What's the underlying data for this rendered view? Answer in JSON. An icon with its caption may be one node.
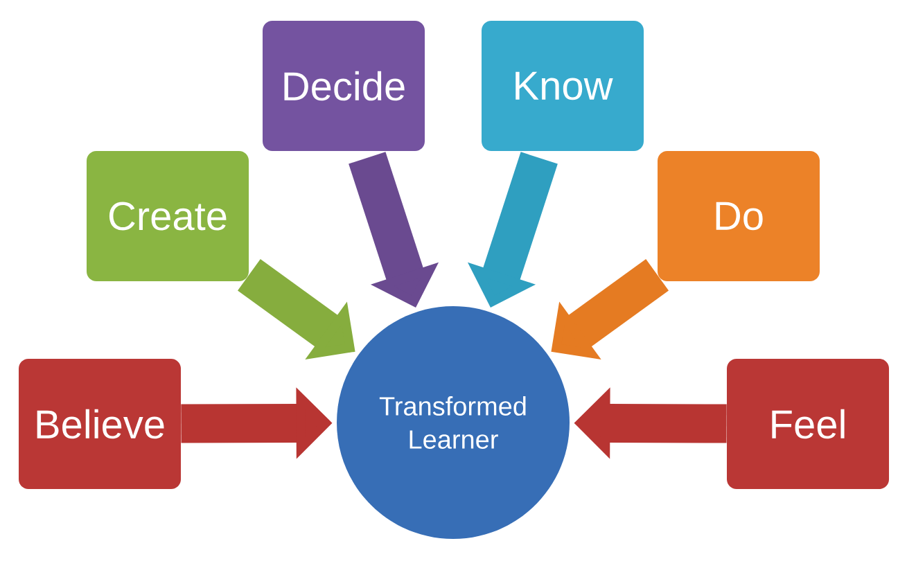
{
  "diagram": {
    "nodes": [
      {
        "text": [
          "Decide"
        ]
      },
      {
        "text": [
          "Know"
        ]
      },
      {
        "text": [
          "Create"
        ]
      },
      {
        "text": [
          "Do"
        ]
      },
      {
        "text": [
          "Believe"
        ]
      },
      {
        "text": [
          "Transformed Learner"
        ]
      },
      {
        "text": [
          "Feel"
        ]
      }
    ],
    "edges": [
      {
        "from": 0,
        "to": 5,
        "arrow": "to",
        "color": "#6a4a90"
      },
      {
        "from": 1,
        "to": 5,
        "arrow": "to",
        "color": "#2f9fc0"
      },
      {
        "from": 2,
        "to": 5,
        "arrow": "to",
        "color": "#86ad3e"
      },
      {
        "from": 3,
        "to": 5,
        "arrow": "to",
        "color": "#e57b22"
      },
      {
        "from": 4,
        "to": 5,
        "arrow": "to",
        "color": "#b83532"
      },
      {
        "from": 6,
        "to": 5,
        "arrow": "to",
        "color": "#b83532"
      }
    ]
  }
}
